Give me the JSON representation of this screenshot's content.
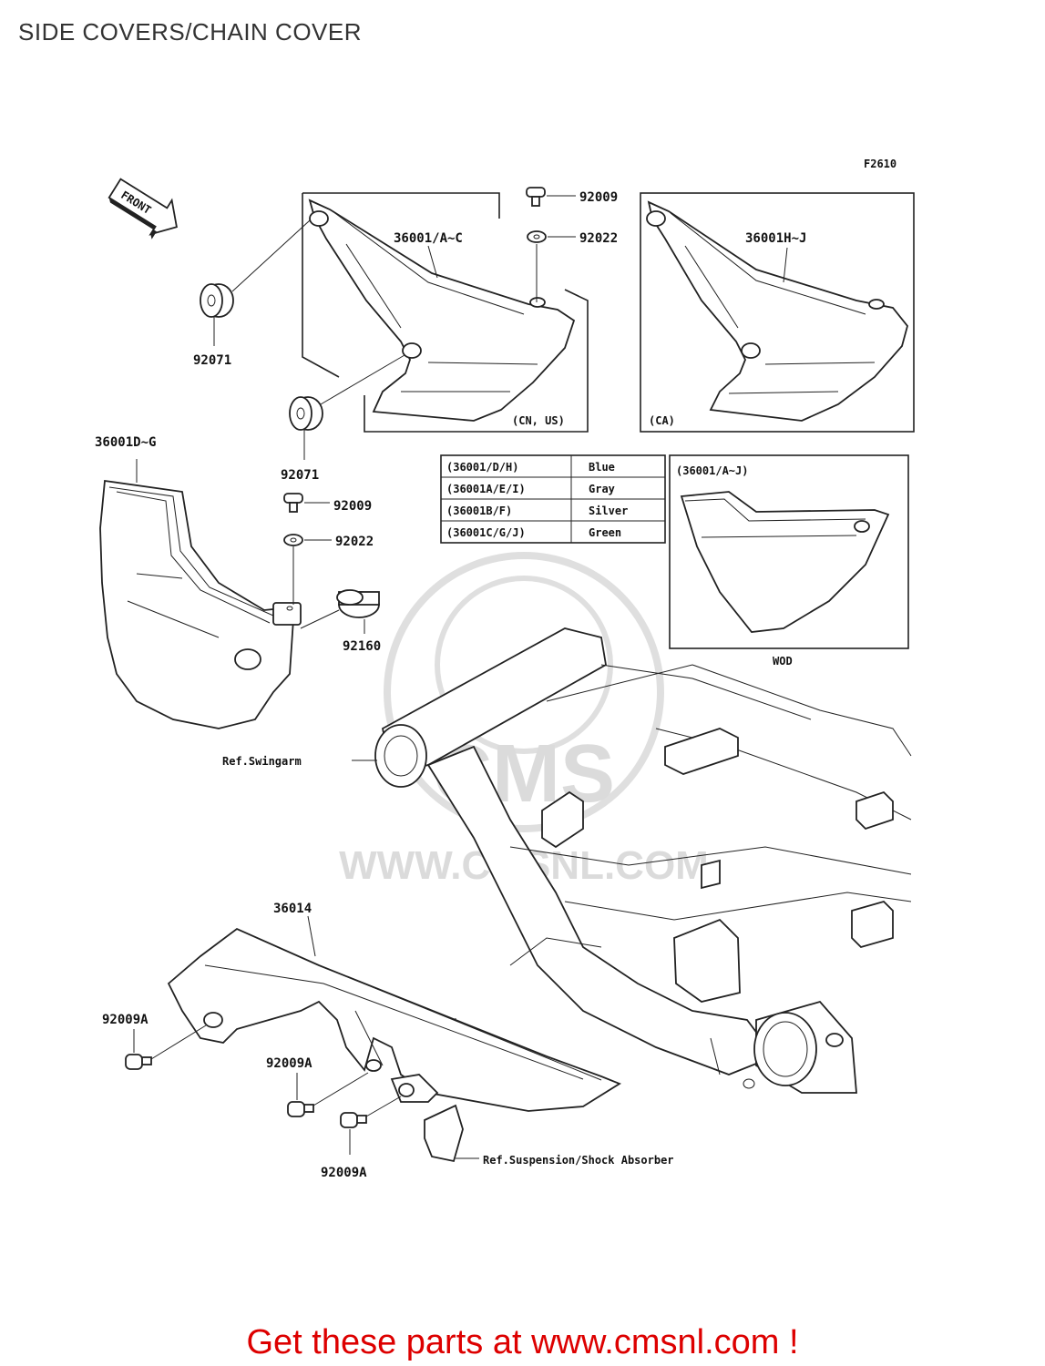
{
  "title": "SIDE COVERS/CHAIN COVER",
  "figure_code": "F2610",
  "front_label": "FRONT",
  "labels": {
    "p36001_ac": "36001/A~C",
    "p36001_hj": "36001H~J",
    "p36001_dg": "36001D~G",
    "p92009_top": "92009",
    "p92022_top": "92022",
    "p92071_a": "92071",
    "p92071_b": "92071",
    "p92009_mid": "92009",
    "p92022_mid": "92022",
    "p92160": "92160",
    "cn_us": "(CN, US)",
    "ca": "(CA)",
    "wod_header": "(36001/A~J)",
    "wod": "WOD",
    "ref_swingarm": "Ref.Swingarm",
    "p36014": "36014",
    "p92009a_1": "92009A",
    "p92009a_2": "92009A",
    "p92009a_3": "92009A",
    "ref_suspension": "Ref.Suspension/Shock Absorber"
  },
  "color_table": [
    {
      "code": "(36001/D/H)",
      "color": "Blue"
    },
    {
      "code": "(36001A/E/I)",
      "color": "Gray"
    },
    {
      "code": "(36001B/F)",
      "color": "Silver"
    },
    {
      "code": "(36001C/G/J)",
      "color": "Green"
    }
  ],
  "watermark": "WWW.CMSNL.COM",
  "footer": "Get these parts at www.cmsnl.com !"
}
